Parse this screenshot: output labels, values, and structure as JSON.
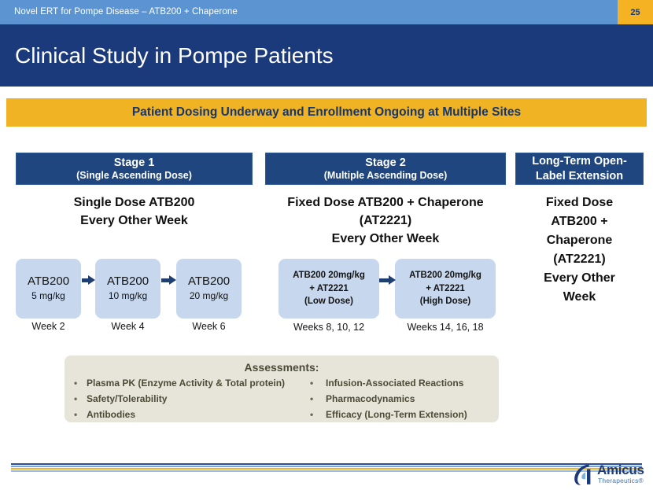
{
  "header": {
    "running_title": "Novel ERT for Pompe Disease – ATB200 + Chaperone",
    "page_number": "25"
  },
  "title": "Clinical Study in Pompe Patients",
  "banner": {
    "text": "Patient Dosing Underway and Enrollment Ongoing at Multiple Sites"
  },
  "stages": {
    "stage1": {
      "header_line1": "Stage 1",
      "header_line2": "(Single Ascending Dose)",
      "description_line1": "Single Dose ATB200",
      "description_line2": "Every Other Week",
      "boxes": [
        {
          "name": "ATB200",
          "amount": "5 mg/kg",
          "week": "Week 2"
        },
        {
          "name": "ATB200",
          "amount": "10 mg/kg",
          "week": "Week 4"
        },
        {
          "name": "ATB200",
          "amount": "20 mg/kg",
          "week": "Week 6"
        }
      ]
    },
    "stage2": {
      "header_line1": "Stage 2",
      "header_line2": "(Multiple Ascending Dose)",
      "description_line1": "Fixed Dose ATB200 + Chaperone",
      "description_line2": "(AT2221)",
      "description_line3": "Every Other Week",
      "boxes": [
        {
          "line1": "ATB200 20mg/kg",
          "line2": "+ AT2221",
          "line3": "(Low Dose)",
          "week": "Weeks 8, 10, 12"
        },
        {
          "line1": "ATB200 20mg/kg",
          "line2": "+ AT2221",
          "line3": "(High Dose)",
          "week": "Weeks 14, 16, 18"
        }
      ]
    },
    "extension": {
      "header_line1": "Long-Term Open-",
      "header_line2": "Label Extension",
      "description_line1": "Fixed Dose",
      "description_line2": "ATB200 +",
      "description_line3": "Chaperone",
      "description_line4": "(AT2221)",
      "description_line5": "Every Other",
      "description_line6": "Week"
    }
  },
  "assessments": {
    "title": "Assessments:",
    "bullet_glyph": "•",
    "left_items": [
      "Plasma PK (Enzyme Activity & Total protein)",
      "Safety/Tolerability",
      "Antibodies"
    ],
    "right_items": [
      "Infusion-Associated Reactions",
      "Pharmacodynamics",
      "Efficacy (Long-Term Extension)"
    ]
  },
  "logo": {
    "wordmark": "Amicus",
    "tagline": "Therapeutics®"
  },
  "colors": {
    "running_header_blue": "#5b94d1",
    "title_navy": "#1b3a7c",
    "badge_gold": "#f5b323",
    "banner_gold": "#f0b323",
    "stage_header_navy": "#1f467f",
    "dose_box_blue": "#c6d7ee",
    "arrow_navy": "#1f3f73",
    "assessments_beige": "#e7e5da",
    "assessments_text": "#4d4a35"
  }
}
